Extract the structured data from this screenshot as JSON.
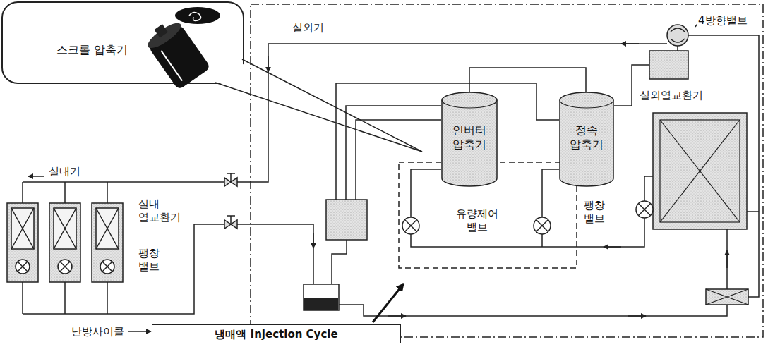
{
  "diagram": {
    "nodes": [
      {
        "text": [
          "스크롤 압축기"
        ]
      },
      {
        "text": [
          "인버터 압축기"
        ]
      },
      {
        "text": [
          "정속 압축기"
        ]
      },
      {
        "text": [
          "냉매액 Injection Cycle"
        ]
      }
    ],
    "labels": [
      "실외기",
      "4방향밸브",
      "실외열교환기",
      "실내기",
      "실내 열교환기",
      "팽창 밸브",
      "유량제어 밸브",
      "팽창 밸브",
      "난방사이클"
    ]
  }
}
